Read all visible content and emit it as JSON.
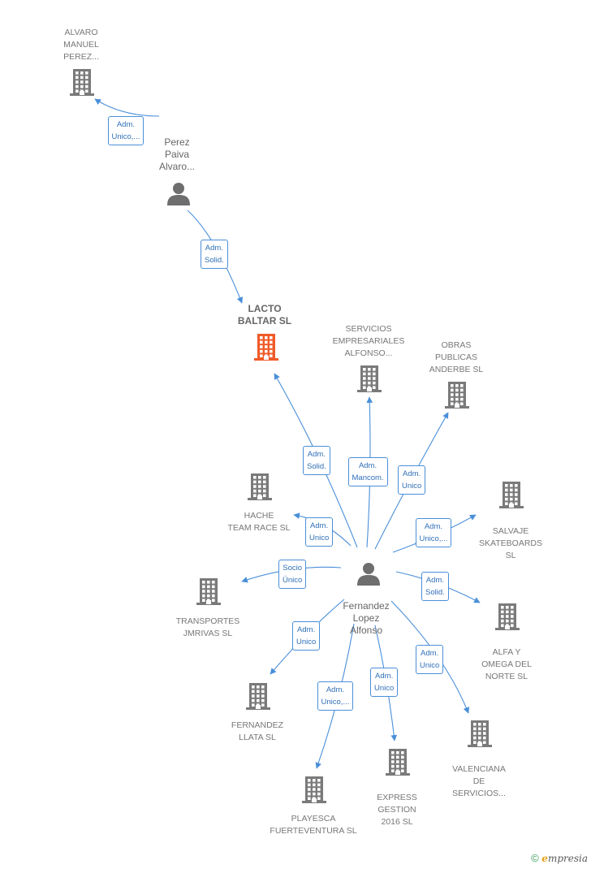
{
  "colors": {
    "edge": "#4a8fd9",
    "company_icon": "#7a7a7a",
    "main_company_icon": "#f05a28",
    "person_icon": "#6e6e6e"
  },
  "nodes": {
    "alvaro_manuel": {
      "lines": [
        "ALVARO",
        "MANUEL",
        "PEREZ..."
      ],
      "kind": "company"
    },
    "perez_paiva": {
      "lines": [
        "Perez",
        "Paiva",
        "Alvaro..."
      ],
      "kind": "person"
    },
    "lacto_baltar": {
      "lines": [
        "LACTO",
        "BALTAR  SL"
      ],
      "kind": "main"
    },
    "servicios_empresariales": {
      "lines": [
        "SERVICIOS",
        "EMPRESARIALES",
        "ALFONSO..."
      ],
      "kind": "company"
    },
    "obras_publicas": {
      "lines": [
        "OBRAS",
        "PUBLICAS",
        "ANDERBE SL"
      ],
      "kind": "company"
    },
    "hache_team": {
      "lines": [
        "HACHE",
        "TEAM RACE SL"
      ],
      "kind": "company"
    },
    "salvaje": {
      "lines": [
        "SALVAJE",
        "SKATEBOARDS",
        "SL"
      ],
      "kind": "company"
    },
    "transportes": {
      "lines": [
        "TRANSPORTES",
        "JMRIVAS  SL"
      ],
      "kind": "company"
    },
    "fernandez_lopez": {
      "lines": [
        "Fernandez",
        "Lopez",
        "Alfonso"
      ],
      "kind": "person"
    },
    "alfa_omega": {
      "lines": [
        "ALFA Y",
        "OMEGA DEL",
        "NORTE  SL"
      ],
      "kind": "company"
    },
    "fernandez_llata": {
      "lines": [
        "FERNANDEZ",
        "LLATA SL"
      ],
      "kind": "company"
    },
    "valenciana": {
      "lines": [
        "VALENCIANA",
        "DE",
        "SERVICIOS..."
      ],
      "kind": "company"
    },
    "express_gestion": {
      "lines": [
        "EXPRESS",
        "GESTION",
        "2016  SL"
      ],
      "kind": "company"
    },
    "playesca": {
      "lines": [
        "PLAYESCA",
        "FUERTEVENTURA SL"
      ],
      "kind": "company"
    }
  },
  "edges": [
    {
      "from": "perez_paiva",
      "to": "alvaro_manuel",
      "label": [
        "Adm.",
        "Unico,..."
      ]
    },
    {
      "from": "perez_paiva",
      "to": "lacto_baltar",
      "label": [
        "Adm.",
        "Solid."
      ]
    },
    {
      "from": "fernandez_lopez",
      "to": "lacto_baltar",
      "label": [
        "Adm.",
        "Solid."
      ]
    },
    {
      "from": "fernandez_lopez",
      "to": "servicios_empresariales",
      "label": [
        "Adm.",
        "Mancom."
      ]
    },
    {
      "from": "fernandez_lopez",
      "to": "obras_publicas",
      "label": [
        "Adm.",
        "Unico"
      ]
    },
    {
      "from": "fernandez_lopez",
      "to": "hache_team",
      "label": [
        "Adm.",
        "Unico"
      ]
    },
    {
      "from": "fernandez_lopez",
      "to": "salvaje",
      "label": [
        "Adm.",
        "Unico,..."
      ]
    },
    {
      "from": "fernandez_lopez",
      "to": "transportes",
      "label": [
        "Socio",
        "Único"
      ]
    },
    {
      "from": "fernandez_lopez",
      "to": "alfa_omega",
      "label": [
        "Adm.",
        "Solid."
      ]
    },
    {
      "from": "fernandez_lopez",
      "to": "fernandez_llata",
      "label": [
        "Adm.",
        "Unico"
      ]
    },
    {
      "from": "fernandez_lopez",
      "to": "valenciana",
      "label": [
        "Adm.",
        "Unico"
      ]
    },
    {
      "from": "fernandez_lopez",
      "to": "express_gestion",
      "label": [
        "Adm.",
        "Unico"
      ]
    },
    {
      "from": "fernandez_lopez",
      "to": "playesca",
      "label": [
        "Adm.",
        "Unico,..."
      ]
    }
  ],
  "footer": {
    "copyright": "©",
    "brand_initial": "e",
    "brand_rest": "mpresia"
  }
}
